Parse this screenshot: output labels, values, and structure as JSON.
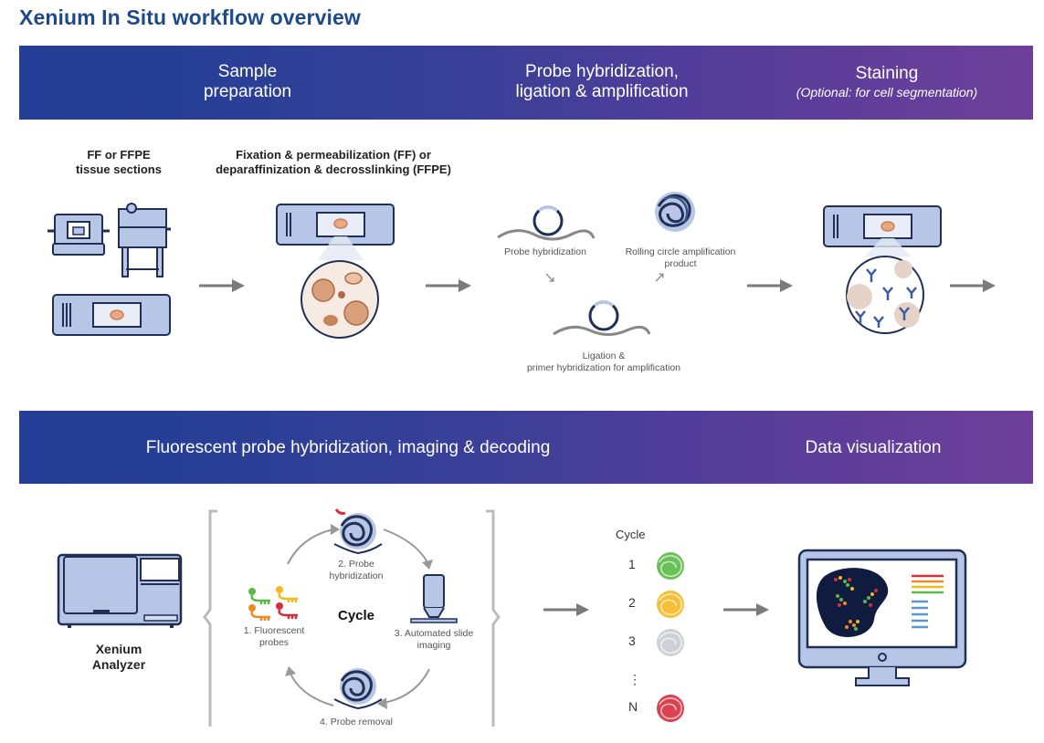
{
  "title": "Xenium In Situ workflow overview",
  "colors": {
    "title": "#1e4a8c",
    "band_start": "#243d96",
    "band_end": "#6d3f9a",
    "device_fill": "#b7c6e6",
    "device_stroke": "#1f2f55",
    "tissue": "#c9835a",
    "arrow": "#7a7a7a",
    "probe_green": "#5ab947",
    "probe_yellow": "#f6b820",
    "probe_gray": "#c8ccd2",
    "probe_red": "#d62e3d",
    "probe_orange": "#f08a24"
  },
  "top_band": {
    "sections": [
      {
        "title": "Sample preparation",
        "line1": "Sample",
        "line2": "preparation"
      },
      {
        "title": "Probe hybridization, ligation & amplification",
        "line1": "Probe hybridization,",
        "line2": "ligation & amplification"
      },
      {
        "title": "Staining",
        "line1": "Staining",
        "subtitle": "(Optional: for cell segmentation)"
      }
    ]
  },
  "top_steps": {
    "tissue_sections": {
      "line1": "FF or FFPE",
      "line2": "tissue sections"
    },
    "fixation": {
      "line1": "Fixation & permeabilization (FF) or",
      "line2": "deparaffinization & decrosslinking (FFPE)"
    },
    "probe_hybridization": "Probe hybridization",
    "rca_product": {
      "line1": "Rolling circle amplification",
      "line2": "product"
    },
    "ligation": {
      "line1": "Ligation &",
      "line2": "primer hybridization for amplification"
    }
  },
  "bottom_band": {
    "sections": [
      {
        "title": "Fluorescent probe hybridization, imaging & decoding"
      },
      {
        "title": "Data visualization"
      }
    ]
  },
  "bottom_steps": {
    "analyzer": {
      "line1": "Xenium",
      "line2": "Analyzer"
    },
    "cycle_center": "Cycle",
    "cycle_steps": [
      {
        "line1": "1. Fluorescent",
        "line2": "probes"
      },
      {
        "line1": "2. Probe",
        "line2": "hybridization"
      },
      {
        "line1": "3. Automated slide",
        "line2": "imaging"
      },
      {
        "line1": "4. Probe removal",
        "line2": ""
      }
    ],
    "decoding": {
      "header": "Cycle",
      "rows": [
        {
          "label": "1",
          "color": "#5ab947"
        },
        {
          "label": "2",
          "color": "#f6b820"
        },
        {
          "label": "3",
          "color": "#c8ccd2"
        },
        {
          "label": "⋮",
          "color": ""
        },
        {
          "label": "N",
          "color": "#d62e3d"
        }
      ]
    }
  }
}
